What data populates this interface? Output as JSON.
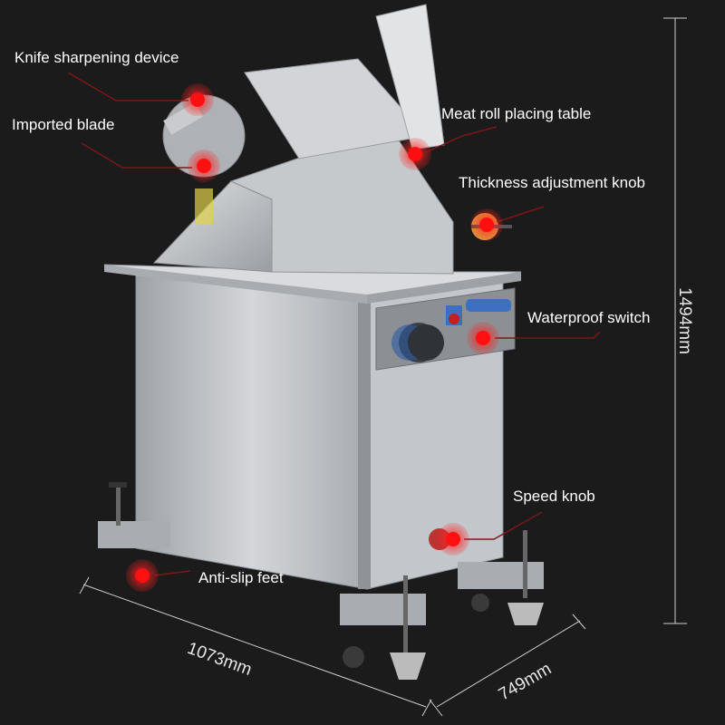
{
  "callouts": [
    {
      "id": "knife-sharpening-device",
      "label": "Knife sharpening device"
    },
    {
      "id": "imported-blade",
      "label": "Imported blade"
    },
    {
      "id": "meat-roll-placing-table",
      "label": "Meat roll placing table"
    },
    {
      "id": "thickness-adjustment-knob",
      "label": "Thickness adjustment knob"
    },
    {
      "id": "waterproof-switch",
      "label": "Waterproof switch"
    },
    {
      "id": "speed-knob",
      "label": "Speed knob"
    },
    {
      "id": "anti-slip-feet",
      "label": "Anti-slip feet"
    }
  ],
  "dimensions": {
    "height": "1494mm",
    "length": "1073mm",
    "width": "749mm"
  },
  "colors": {
    "background": "#1b1b1b",
    "marker": "#ff1010",
    "leader": "#7a1818",
    "steel": "#b9bcc0"
  }
}
